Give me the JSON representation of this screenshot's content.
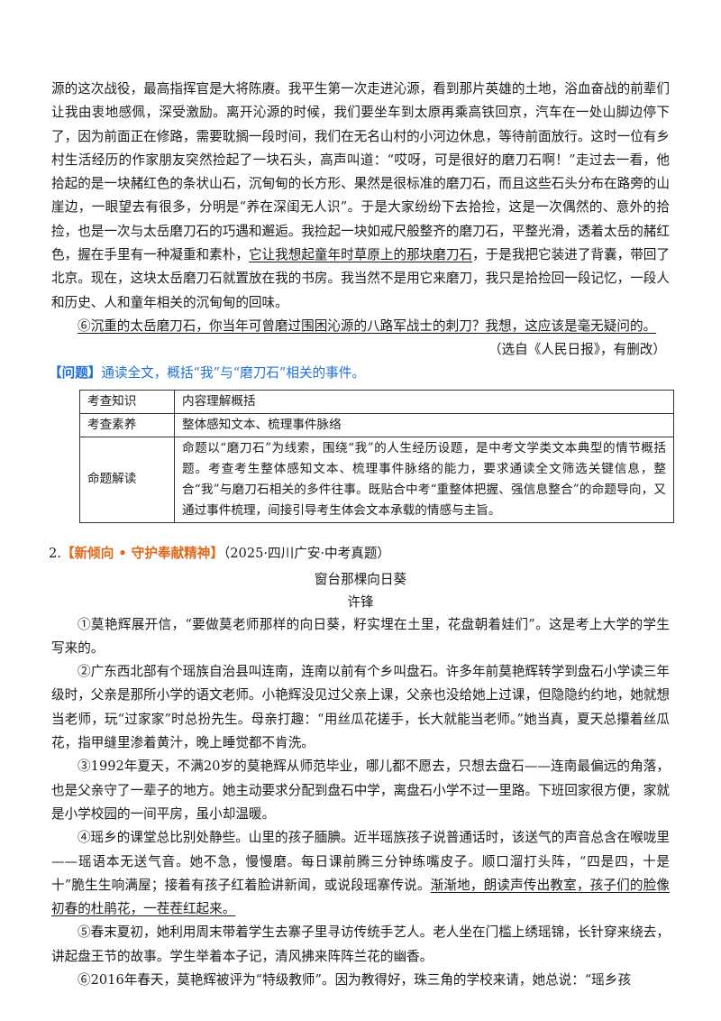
{
  "passage1": {
    "para_cont": "源的这次战役，最高指挥官是大将陈赓。我平生第一次走进沁源，看到那片英雄的土地，浴血奋战的前辈们让我由衷地感佩，深受激励。离开沁源的时候，我们要坐车到太原再乘高铁回京，汽车在一处山脚边停下了，因为前面正在修路，需要耽搁一段时间，我们在无名山村的小河边休息，等待前面放行。这时一位有乡村生活经历的作家朋友突然捡起了一块石头，高声叫道：“哎呀，可是很好的磨刀石啊！”走过去一看，他拾起的是一块赭红色的条状山石，沉甸甸的长方形、果然是很标准的磨刀石，而且这些石头分布在路旁的山崖边，一眼望去有很多，分明是“养在深闺无人识”。于是大家纷纷下去拾捡，这是一次偶然的、意外的拾捡，也是一次与太岳磨刀石的巧遇和邂逅。我捡起一块如戒尺般整齐的磨刀石，平整光滑，透着太岳的赭红色，握在手里有一种凝重和素朴，",
    "para_underline": "它让我想起童年时草原上的那块磨刀石",
    "para_tail": "，于是我把它装进了背囊，带回了北京。现在，这块太岳磨刀石就置放在我的书房。我当然不是用它来磨刀，我只是拾捡回一段记忆，一段人和历史、人和童年相关的沉甸甸的回味。",
    "para6": "⑥沉重的太岳磨刀石，你当年可曾磨过围困沁源的八路军战士的刺刀？我想，这应该是毫无疑问的。",
    "source": "（选自《人民日报》，有删改）"
  },
  "question": {
    "tag": "【问题】",
    "text": "通读全文，概括“我”与“磨刀石”相关的事件。"
  },
  "table": {
    "rows": [
      {
        "key": "考查知识",
        "value": "内容理解概括"
      },
      {
        "key": "考查素养",
        "value": "整体感知文本、梳理事件脉络"
      },
      {
        "key": "命题解读",
        "value": "命题以“磨刀石”为线索，围绕“我”的人生经历设题，是中考文学类文本典型的情节概括题。考查考生整体感知文本、梳理事件脉络的能力，要求通读全文筛选关键信息，整合“我”与磨刀石相关的多件往事。既贴合中考“重整体把握、强信息整合”的命题导向，又通过事件梳理，间接引导考生体会文本承载的情感与主旨。"
      }
    ]
  },
  "section2": {
    "number": "2.",
    "tag": "【新倾向 • 守护奉献精神】",
    "source": "（2025·四川广安·中考真题）",
    "title": "窗台那棵向日葵",
    "author": "许锋",
    "p1": "①莫艳辉展开信，“要做莫老师那样的向日葵，籽实埋在土里，花盘朝着娃们”。这是考上大学的学生写来的。",
    "p2": "②广东西北部有个瑶族自治县叫连南，连南以前有个乡叫盘石。许多年前莫艳辉转学到盘石小学读三年级时，父亲是那所小学的语文老师。小艳辉没见过父亲上课，父亲也没给她上过课，但隐隐约约地，她就想当老师，玩“过家家”时总扮先生。母亲打趣：“用丝瓜花搓手，长大就能当老师。”她当真，夏天总攥着丝瓜花，指甲缝里渗着黄汁，晚上睡觉都不肯洗。",
    "p3": "③1992年夏天，不满20岁的莫艳辉从师范毕业，哪儿都不愿去，只想去盘石——连南最偏远的角落，也是父亲守了一辈子的地方。她主动要求分配到盘石中学，离盘石小学不过一里路。下班回家很方便，家就是小学校园的一间平房，虽小却温暖。",
    "p4_lead": "④瑶乡的课堂总比别处静些。山里的孩子腼腆。近半瑶族孩子说普通话时，该送气的声音总含在喉咙里——瑶语本无送气音。她不急，慢慢磨。每日课前腾三分钟练嘴皮子。顺口溜打头阵，“四是四，十是十”脆生生响满屋；接着有孩子红着脸讲新闻，或说段瑶寨传说。",
    "p4_underline": "渐渐地，朗读声传出教室，孩子们的脸像初春的杜鹃花，一茬茬红起来。",
    "p5": "⑤春末夏初，她利用周末带着学生去寨子里寻访传统手艺人。老人坐在门槛上绣瑶锦，长针穿来绕去，讲起盘王节的故事。学生举着本子记，清风拂来阵阵兰花的幽香。",
    "p6": "⑥2016年春天，莫艳辉被评为“特级教师”。因为教得好，珠三角的学校来请，她总说：“瑶乡孩"
  }
}
